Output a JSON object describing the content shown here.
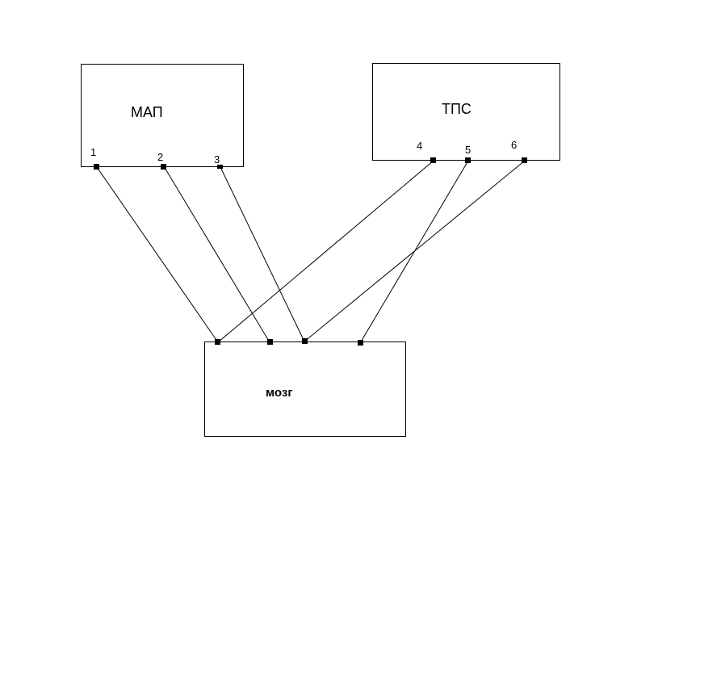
{
  "blocks": {
    "map": {
      "label": "МАП"
    },
    "tps": {
      "label": "ТПС"
    },
    "brain": {
      "label": "мозг"
    }
  },
  "pins": {
    "p1": "1",
    "p2": "2",
    "p3": "3",
    "p4": "4",
    "p5": "5",
    "p6": "6"
  },
  "colors": {
    "line": "#000000",
    "background": "#ffffff"
  }
}
